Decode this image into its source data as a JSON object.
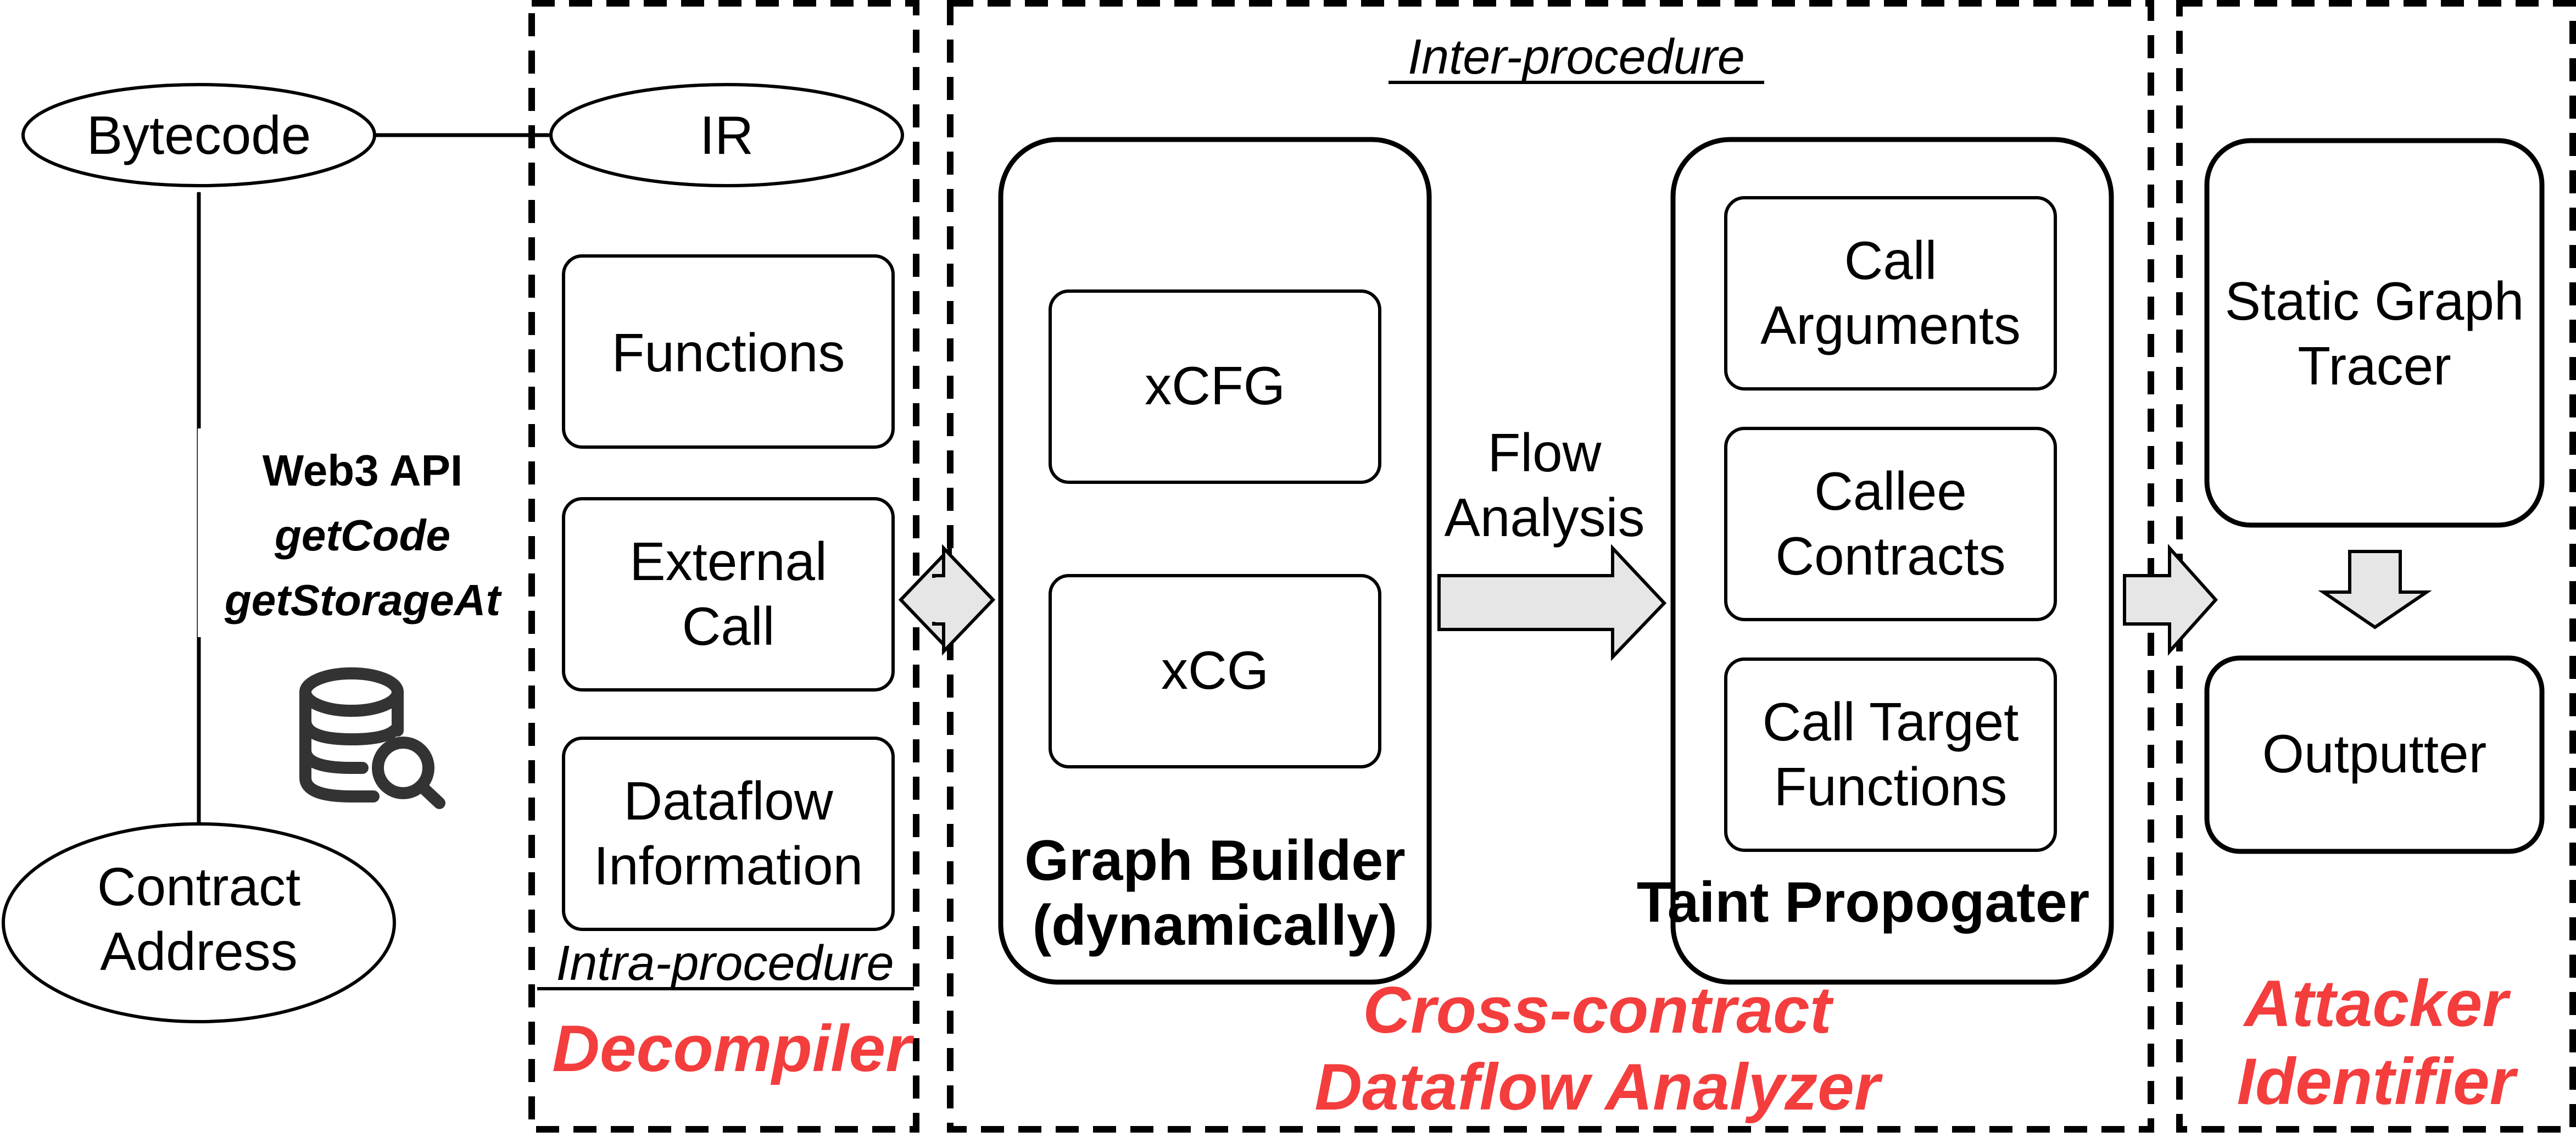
{
  "inputs": {
    "bytecode": "Bytecode",
    "ir": "IR",
    "contract_address": [
      "Contract",
      "Address"
    ],
    "web3_api": {
      "title": "Web3 API",
      "methods": [
        "getCode",
        "getStorageAt"
      ]
    },
    "icon": "database-search-icon"
  },
  "decompiler": {
    "name": "Decompiler",
    "scope": "Intra-procedure",
    "items": [
      [
        "Functions"
      ],
      [
        "External",
        "Call"
      ],
      [
        "Dataflow",
        "Information"
      ]
    ]
  },
  "analyzer": {
    "name": [
      "Cross-contract",
      "Dataflow Analyzer"
    ],
    "scope": "Inter-procedure",
    "graph_builder": {
      "title": [
        "Graph Builder",
        "(dynamically)"
      ],
      "items": [
        "xCFG",
        "xCG"
      ]
    },
    "flow_label": [
      "Flow",
      "Analysis"
    ],
    "taint": {
      "title": "Taint Propogater",
      "items": [
        [
          "Call",
          "Arguments"
        ],
        [
          "Callee",
          "Contracts"
        ],
        [
          "Call Target",
          "Functions"
        ]
      ]
    }
  },
  "identifier": {
    "name": [
      "Attacker",
      "Identifier"
    ],
    "items": [
      [
        "Static Graph",
        "Tracer"
      ],
      [
        "Outputter"
      ]
    ]
  },
  "colors": {
    "module_label": "#f43d3d",
    "arrow_fill": "#e6e6e6"
  }
}
